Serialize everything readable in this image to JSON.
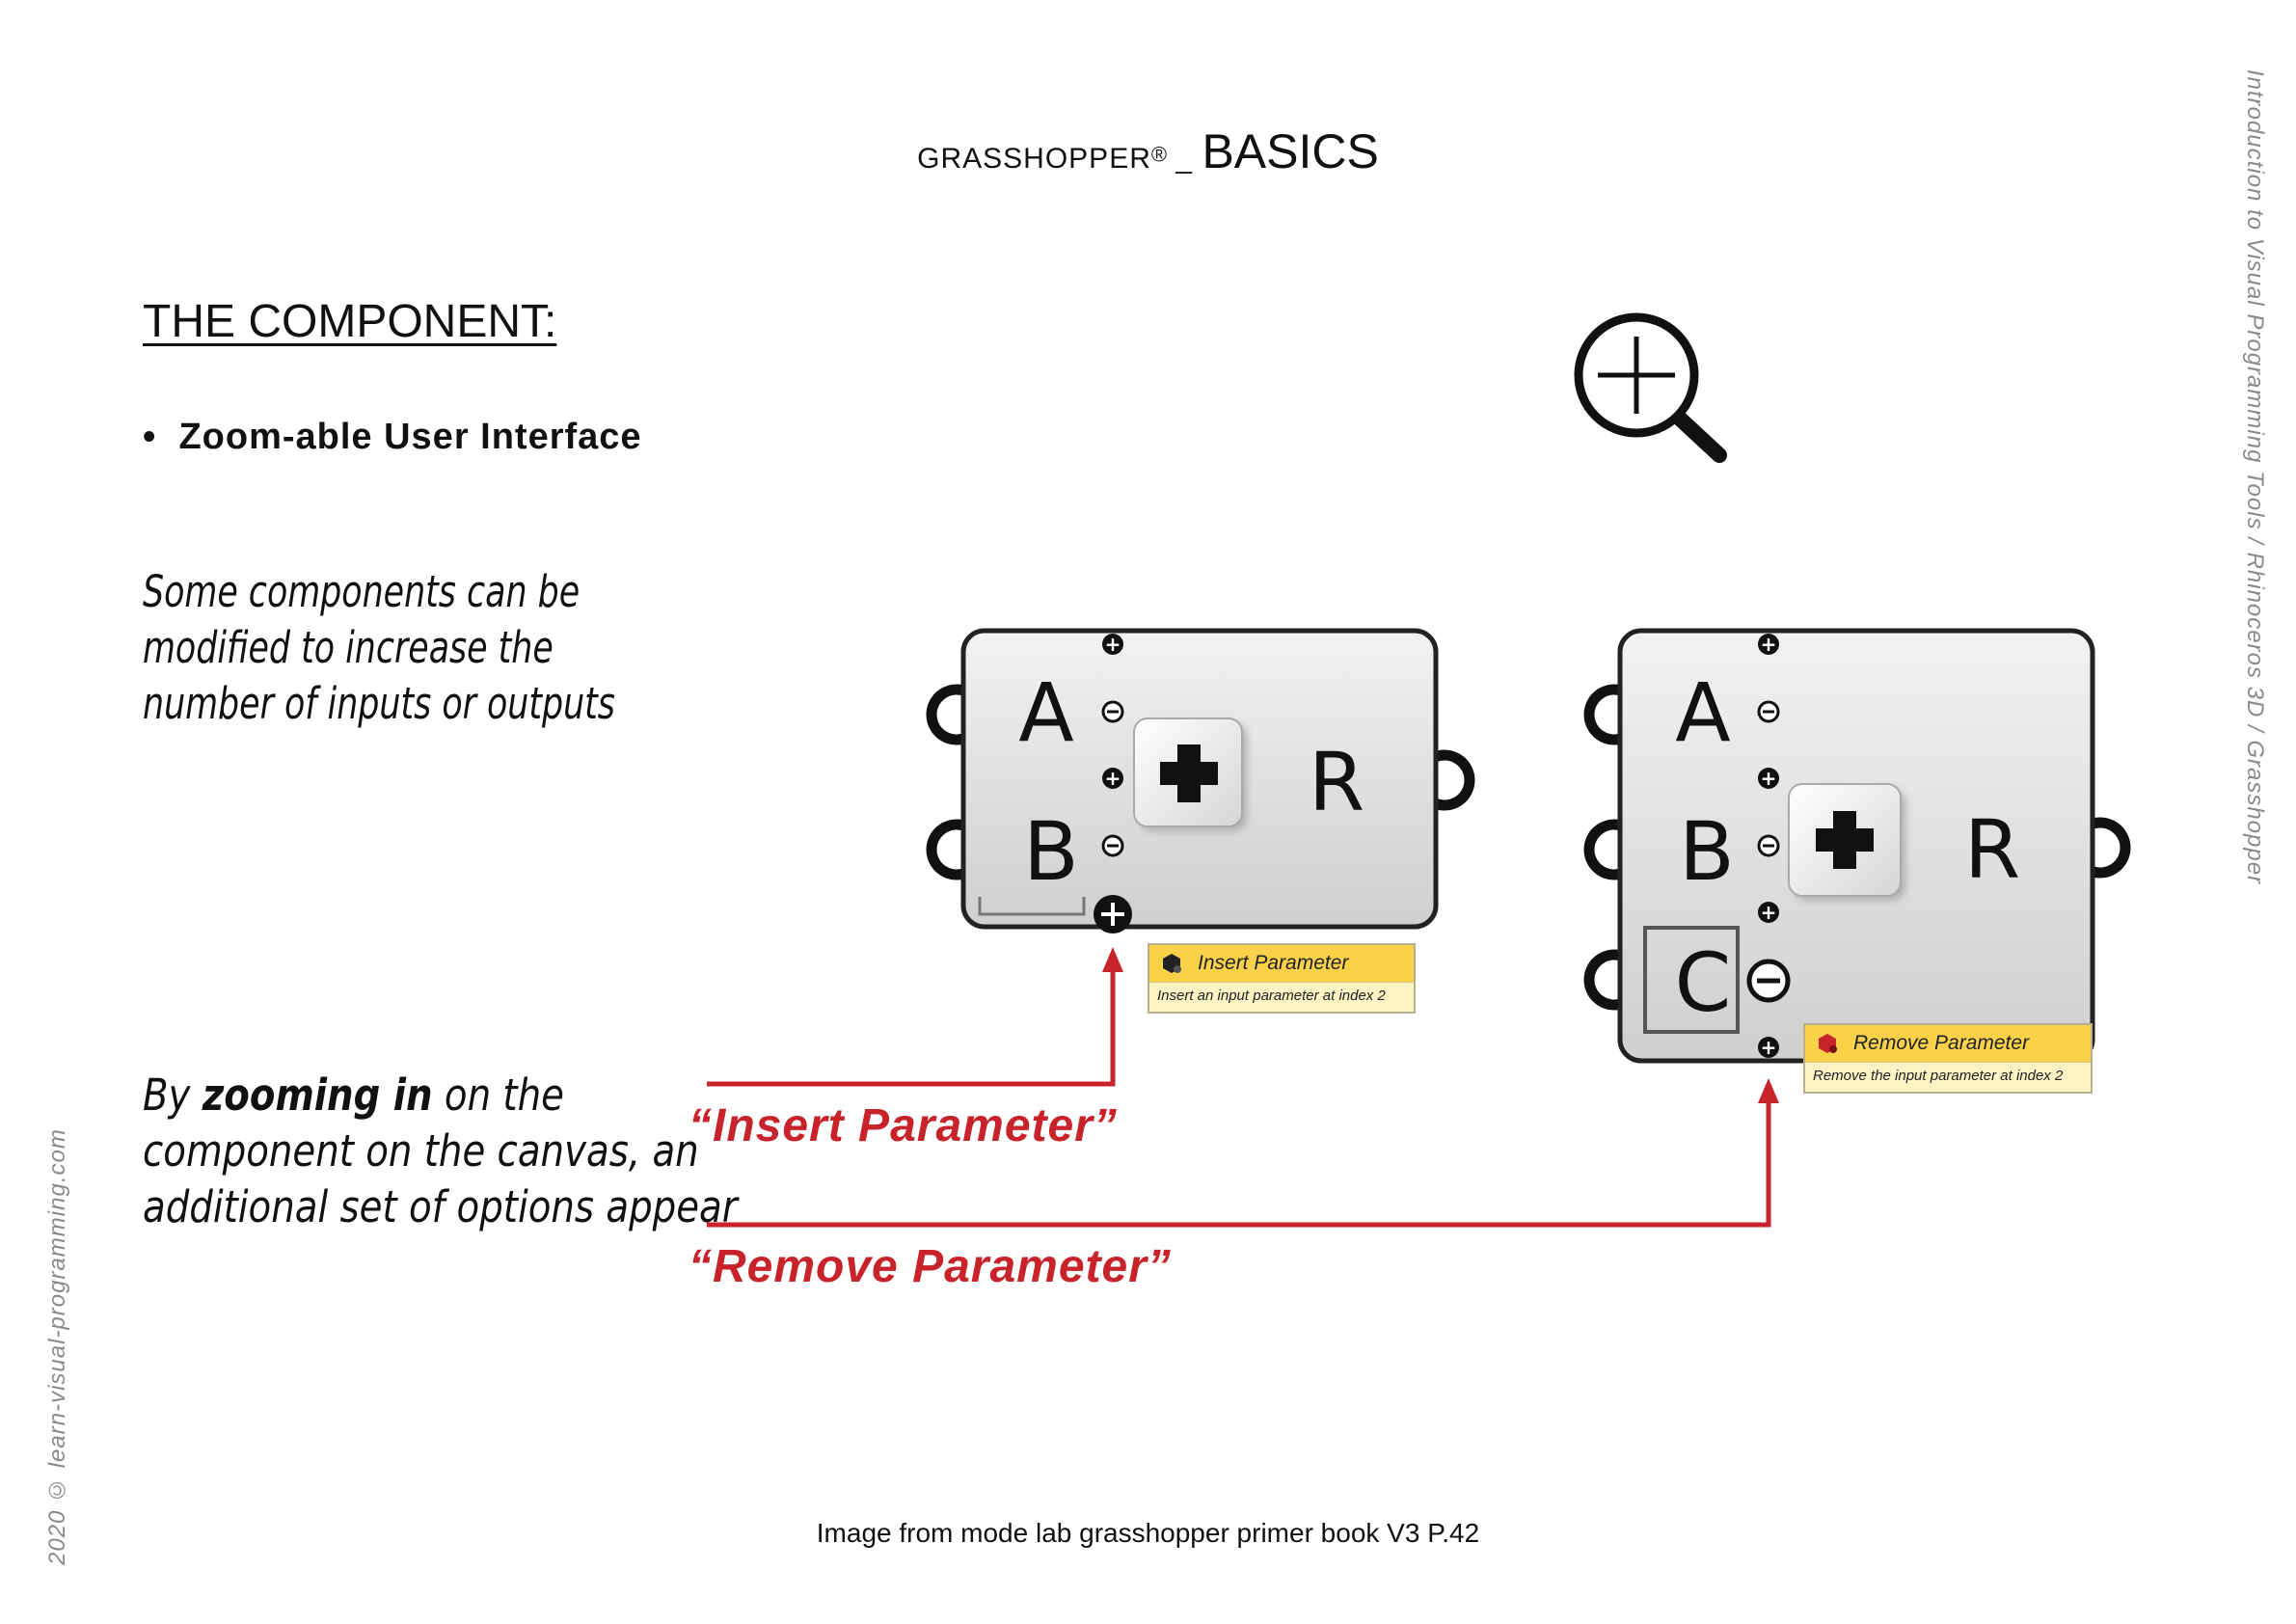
{
  "header": {
    "prefix": "GRASSHOPPER",
    "registered": "®",
    "separator": " _ ",
    "title": "BASICS"
  },
  "sidebar_right": "Introduction to Visual Programming Tools / Rhinoceros 3D / Grasshopper",
  "sidebar_left": "2020 © learn-visual-programming.com",
  "section_title": "THE COMPONENT:",
  "bullet": {
    "marker": "•",
    "text": "Zoom-able User Interface"
  },
  "paragraph1": "Some components can be modified to increase the number of inputs or outputs",
  "paragraph2": {
    "before": "By ",
    "bold": "zooming in",
    "after": " on the component on the canvas, an additional set of options appear"
  },
  "icons": {
    "zoom": "zoom-in-magnifier-icon"
  },
  "component_left": {
    "inputs": [
      "A",
      "B"
    ],
    "operator": "+",
    "output": "R"
  },
  "component_right": {
    "inputs": [
      "A",
      "B",
      "C"
    ],
    "operator": "+",
    "output": "R"
  },
  "tooltip_insert": {
    "title": "Insert Parameter",
    "body": "Insert an input parameter at index 2"
  },
  "tooltip_remove": {
    "title": "Remove Parameter",
    "body": "Remove the input parameter at index 2"
  },
  "labels": {
    "insert": "“Insert Parameter”",
    "remove": "“Remove Parameter”"
  },
  "caption": "Image from mode lab grasshopper primer book V3 P.42",
  "colors": {
    "accent_red": "#c8232b",
    "tooltip_yellow": "#f9d24a",
    "component_gray": "#d9d9d9"
  }
}
